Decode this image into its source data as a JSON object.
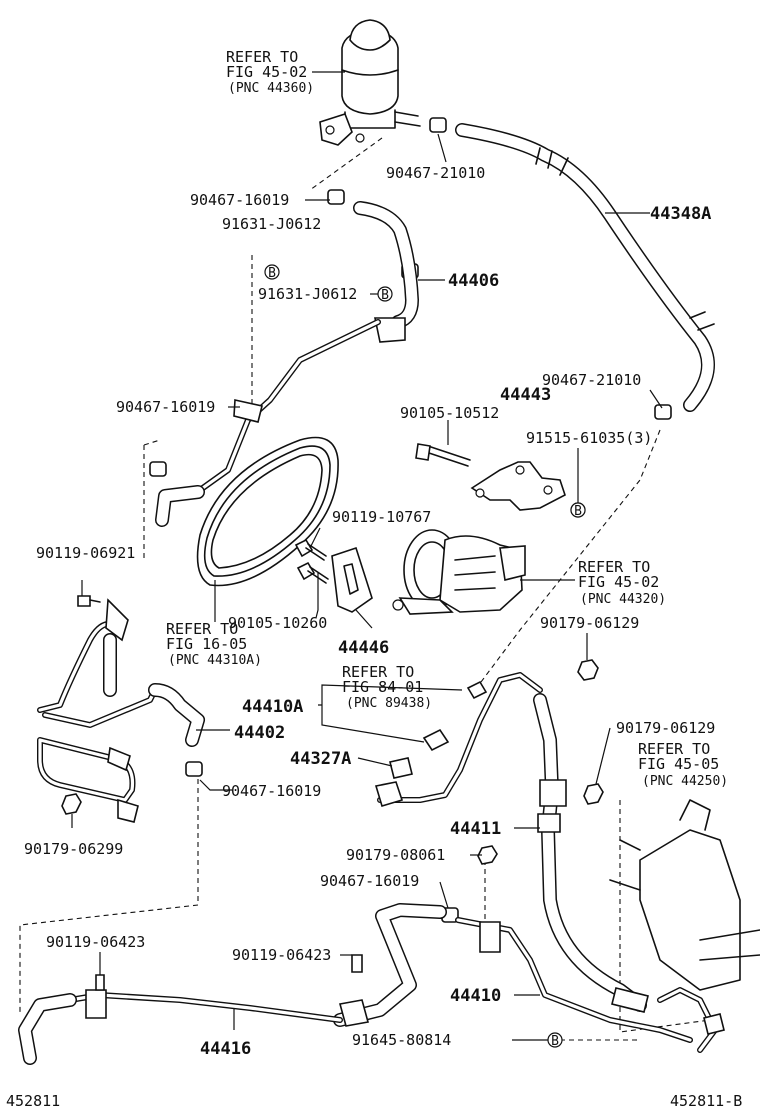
{
  "labels": {
    "refer_reservoir_1": "REFER TO",
    "refer_reservoir_2": "FIG 45-02",
    "refer_reservoir_3": "(PNC 44360)",
    "p90467_21010_top": "90467-21010",
    "p44348A": "44348A",
    "p90467_16019_a": "90467-16019",
    "p91631_J0612_a": "91631-J0612",
    "p44406": "44406",
    "p91631_J0612_b": "91631-J0612",
    "p44443": "44443",
    "p90467_21010_mid": "90467-21010",
    "p90105_10512": "90105-10512",
    "p91515_61035": "91515-61035(3)",
    "p90467_16019_b": "90467-16019",
    "p90119_10767": "90119-10767",
    "p90119_06921": "90119-06921",
    "refer_pump_1": "REFER TO",
    "refer_pump_2": "FIG 45-02",
    "refer_pump_3": "(PNC 44320)",
    "p90105_10260": "90105-10260",
    "refer_belt_1": "REFER TO",
    "refer_belt_2": "FIG 16-05",
    "refer_belt_3": "(PNC 44310A)",
    "p44446": "44446",
    "p90179_06129_a": "90179-06129",
    "refer_sensor_1": "REFER TO",
    "refer_sensor_2": "FIG 84-01",
    "refer_sensor_3": "(PNC 89438)",
    "p44410A": "44410A",
    "p44402": "44402",
    "p90179_06129_b": "90179-06129",
    "refer_gear_1": "REFER TO",
    "refer_gear_2": "FIG 45-05",
    "refer_gear_3": "(PNC 44250)",
    "p44327A": "44327A",
    "p90467_16019_c": "90467-16019",
    "p90179_06299": "90179-06299",
    "p44411": "44411",
    "p90179_08061": "90179-08061",
    "p90467_16019_d": "90467-16019",
    "p90119_06423_a": "90119-06423",
    "p90119_06423_b": "90119-06423",
    "p44410": "44410",
    "p44416": "44416",
    "p91645_80814": "91645-80814",
    "footer_left": "452811",
    "footer_right": "452811-B",
    "marker_b": "B"
  }
}
